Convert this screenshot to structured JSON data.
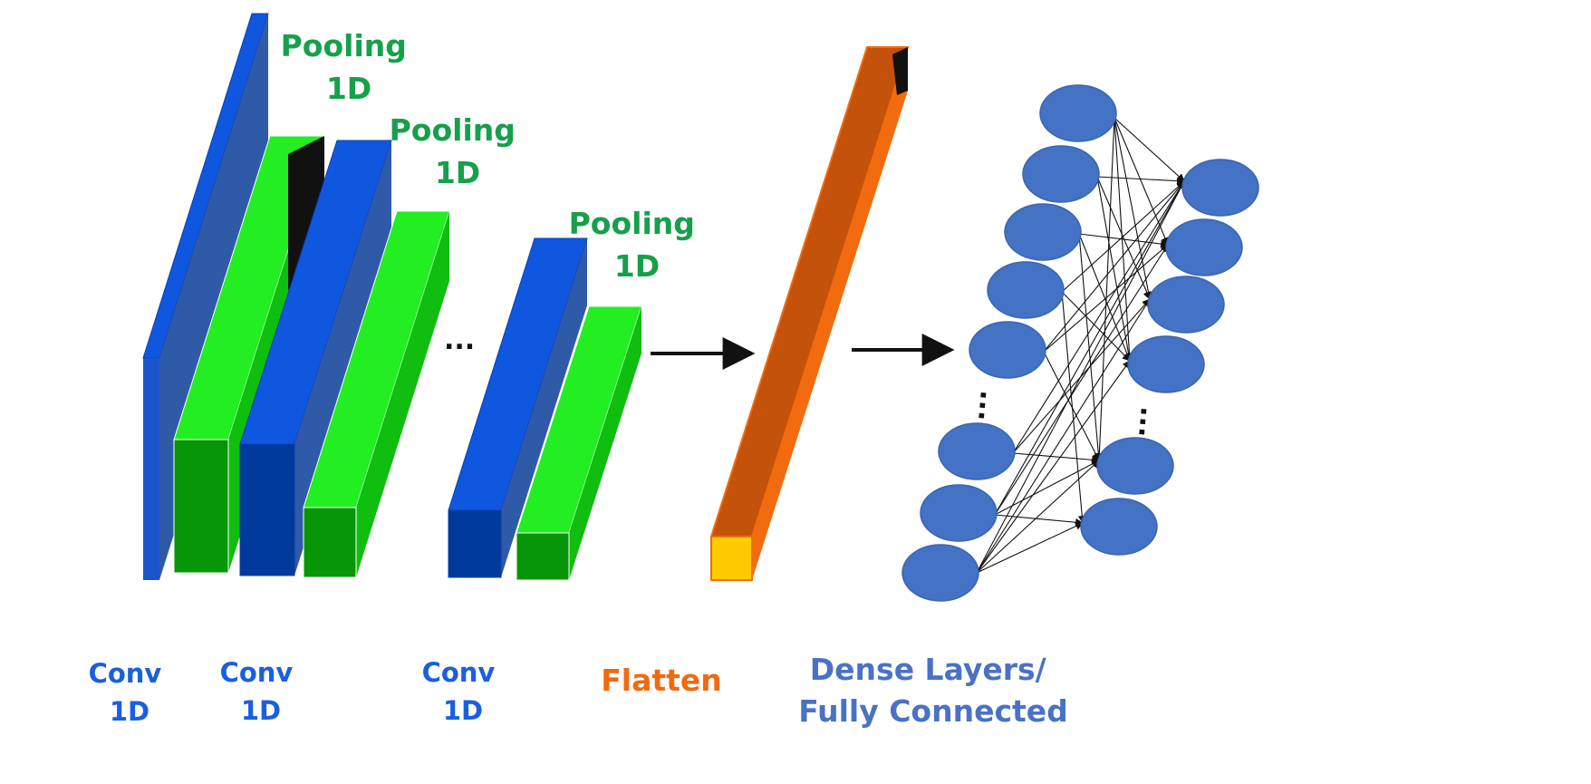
{
  "labels": {
    "pooling": [
      "Pooling",
      "1D"
    ],
    "conv": [
      "Conv",
      "1D"
    ],
    "flatten": "Flatten",
    "dense": [
      "Dense Layers/",
      "Fully Connected"
    ],
    "ellipsis_horizontal": "...",
    "ellipsis_vertical": "..."
  },
  "colors": {
    "conv_front": "#1057e0",
    "conv_side": "#2f5aa8",
    "conv_bottom": "#003a9a",
    "pool_front": "#22ee22",
    "pool_side": "#0fbe0f",
    "pool_bottom": "#079607",
    "flatten_front": "#f26b0e",
    "flatten_side": "#c4520a",
    "flatten_end": "#ffcc00",
    "neuron": "#4472c4",
    "arrow": "#111111"
  },
  "network": {
    "input_neurons_shown": 8,
    "output_neurons_shown": 6
  }
}
